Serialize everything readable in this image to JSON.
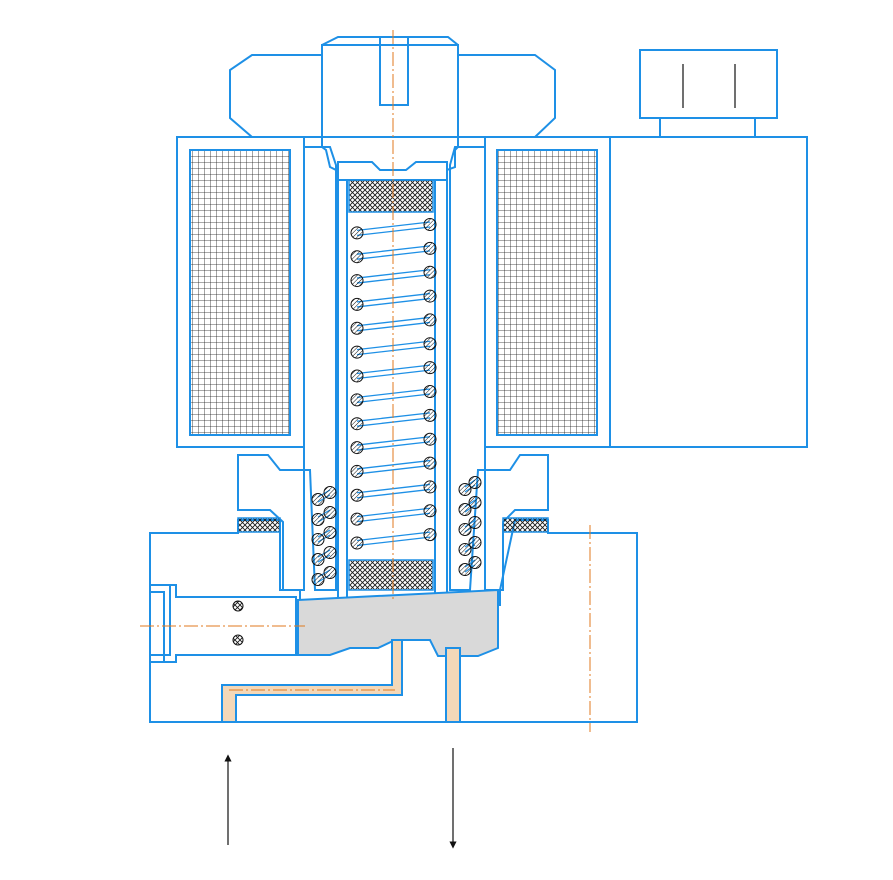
{
  "figure": {
    "subject": "solenoid-valve-cross-section",
    "colors": {
      "outline": "#1e90e6",
      "hatch": "#1a1a1a",
      "centerline": "#e07a1f",
      "fluid": "#d9d9d9",
      "background": "#ffffff"
    },
    "flow": {
      "inlet_direction": "up",
      "outlet_direction": "down"
    },
    "spring": {
      "coil_turns_visible": 14
    },
    "outer_springs": {
      "coil_turns_visible": 5
    }
  }
}
